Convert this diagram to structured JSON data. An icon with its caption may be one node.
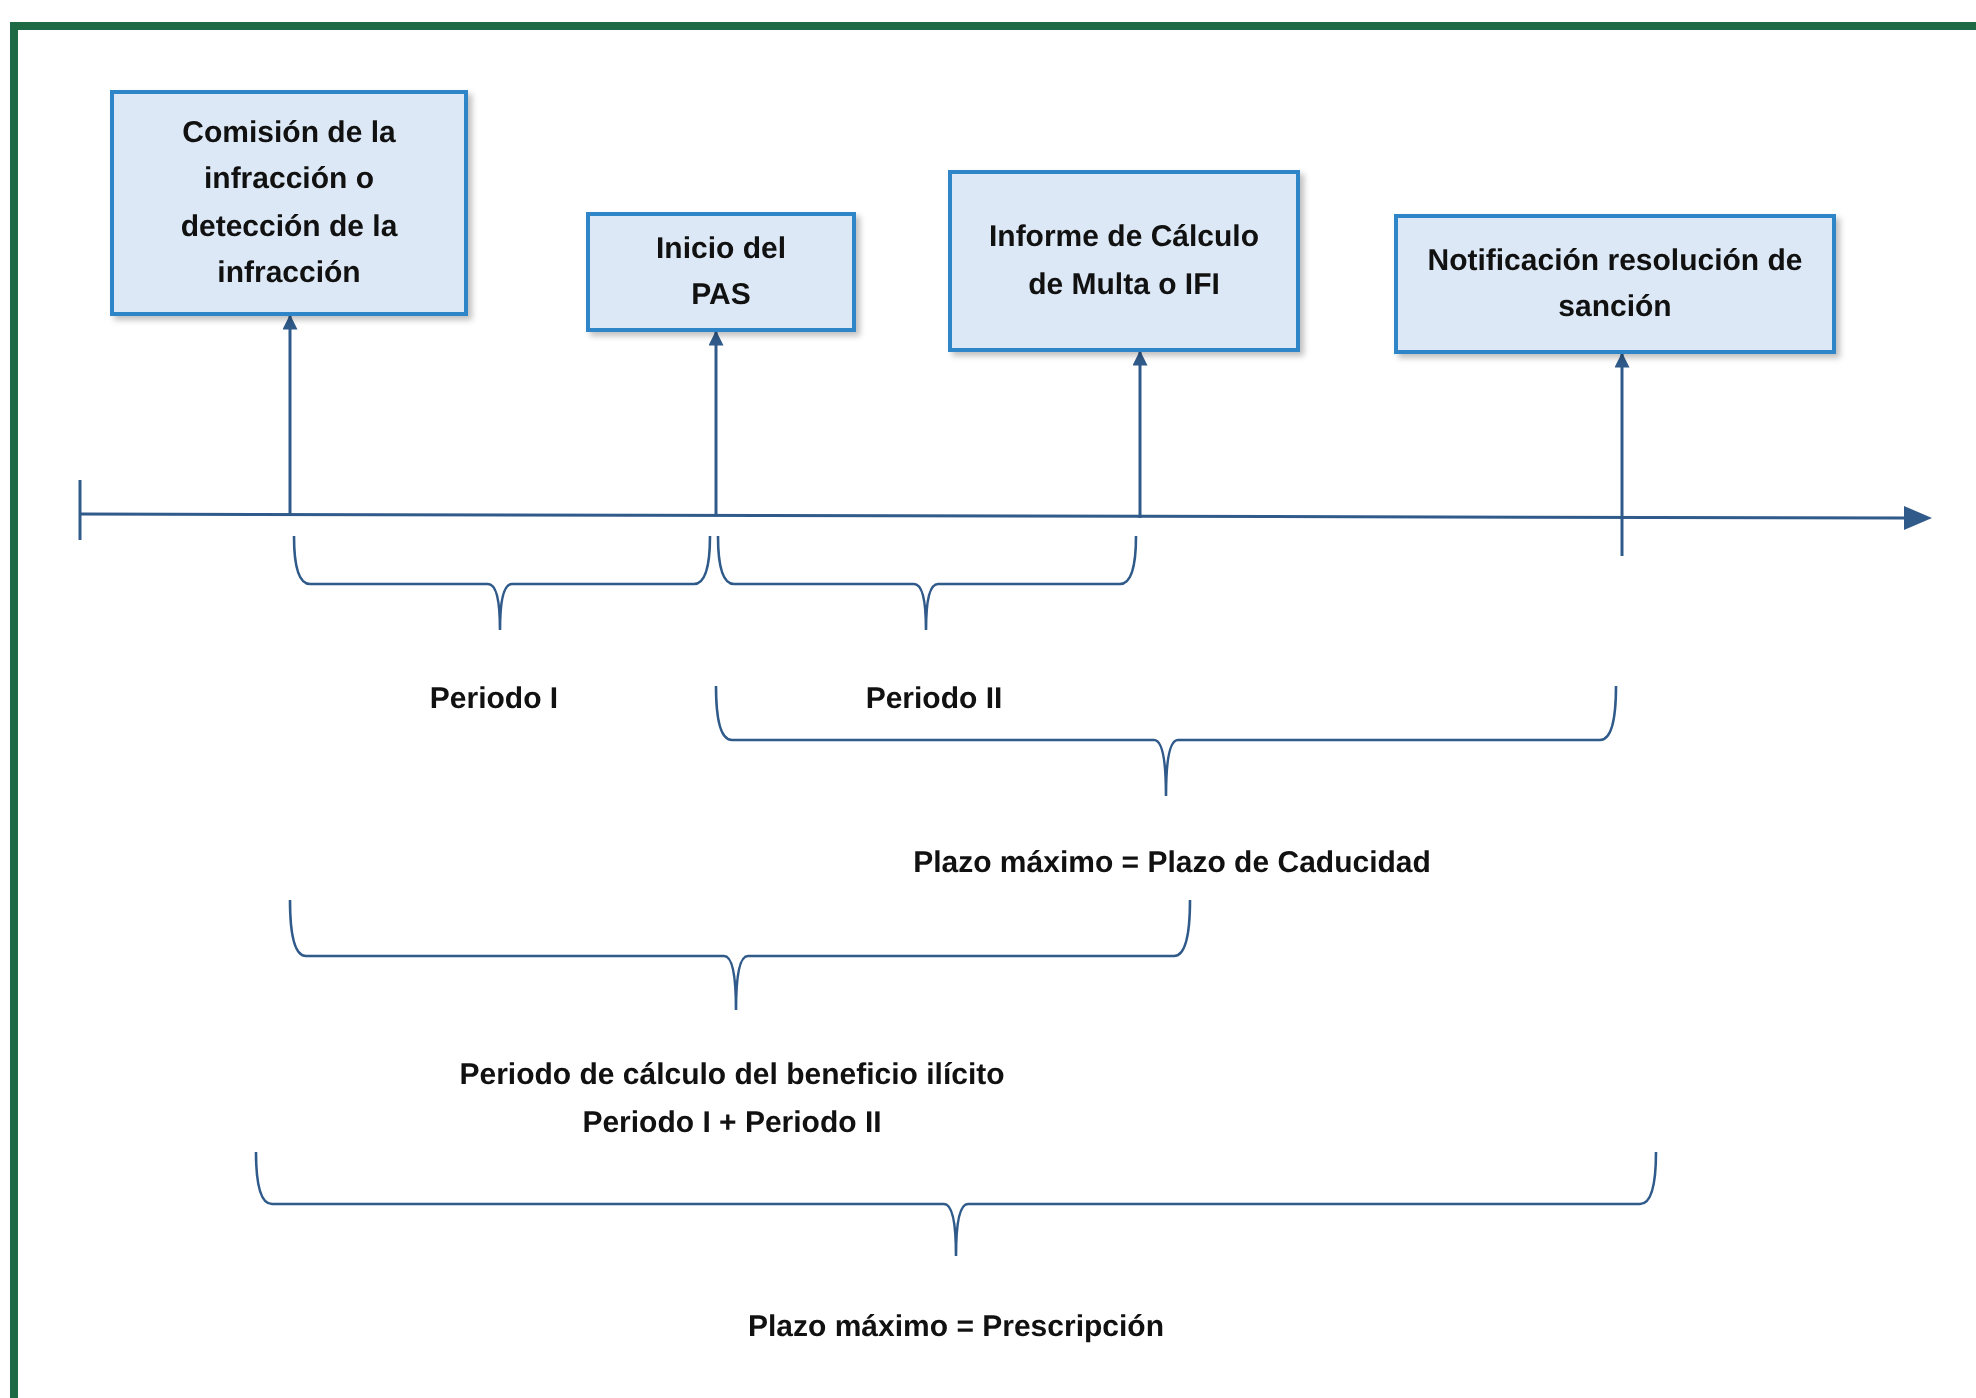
{
  "diagram": {
    "nodes": [
      {
        "text": [
          "Comisión de la infracción o detección de la infracción"
        ]
      },
      {
        "text": [
          "Inicio del PAS"
        ]
      },
      {
        "text": [
          "Informe de Cálculo de Multa o IFI"
        ]
      },
      {
        "text": [
          "Notificación resolución de sanción"
        ]
      }
    ],
    "edges": [
      {
        "from": null,
        "to": 0,
        "arrow": "to"
      },
      {
        "from": null,
        "to": 1,
        "arrow": "to"
      },
      {
        "from": null,
        "to": 2,
        "arrow": "to"
      },
      {
        "from": null,
        "to": 3,
        "arrow": "to"
      }
    ],
    "labels": [
      "Periodo I",
      "Periodo II",
      "Plazo máximo = Plazo de Caducidad",
      "Periodo de cálculo del beneficio ilícito",
      "Periodo I + Periodo II",
      "Plazo máximo = Prescripción"
    ]
  }
}
